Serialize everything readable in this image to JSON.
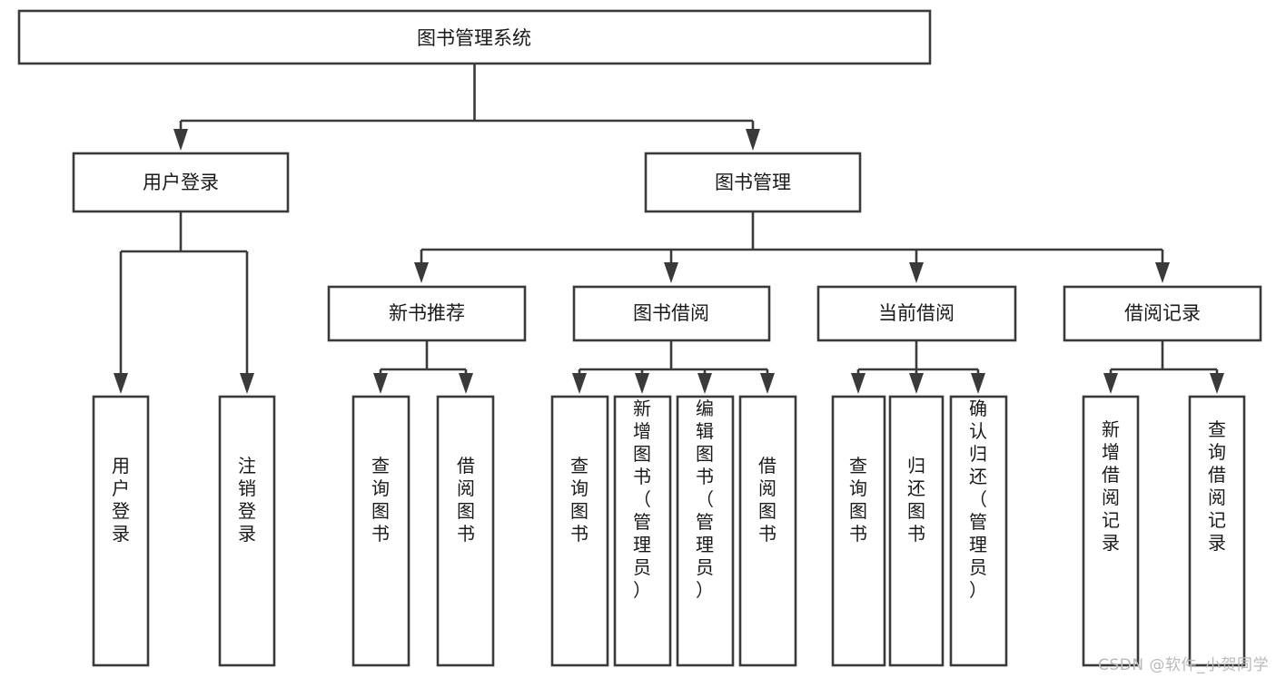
{
  "diagram": {
    "type": "tree-hierarchy",
    "title": "图书管理系统",
    "orientation": "top-down",
    "colors": {
      "stroke": "#3a3a3a",
      "fill": "#ffffff",
      "text": "#1a1a1a",
      "watermark": "#b9b9b9",
      "background": "#ffffff"
    },
    "nodes": {
      "root": {
        "label": "图书管理系统"
      },
      "level2": [
        {
          "label": "用户登录"
        },
        {
          "label": "图书管理"
        }
      ],
      "level3": [
        {
          "label": "新书推荐"
        },
        {
          "label": "图书借阅"
        },
        {
          "label": "当前借阅"
        },
        {
          "label": "借阅记录"
        }
      ],
      "leaves": {
        "user_login": [
          {
            "label": "用户登录"
          },
          {
            "label": "注销登录"
          }
        ],
        "new_book_recommend": [
          {
            "label": "查询图书"
          },
          {
            "label": "借阅图书"
          }
        ],
        "book_borrow": [
          {
            "label": "查询图书"
          },
          {
            "label": "新增图书（管理员）"
          },
          {
            "label": "编辑图书（管理员）"
          },
          {
            "label": "借阅图书"
          }
        ],
        "current_borrow": [
          {
            "label": "查询图书"
          },
          {
            "label": "归还图书"
          },
          {
            "label": "确认归还（管理员）"
          }
        ],
        "borrow_record": [
          {
            "label": "新增借阅记录"
          },
          {
            "label": "查询借阅记录"
          }
        ]
      }
    },
    "watermark": "CSDN @软件_小贺同学"
  }
}
